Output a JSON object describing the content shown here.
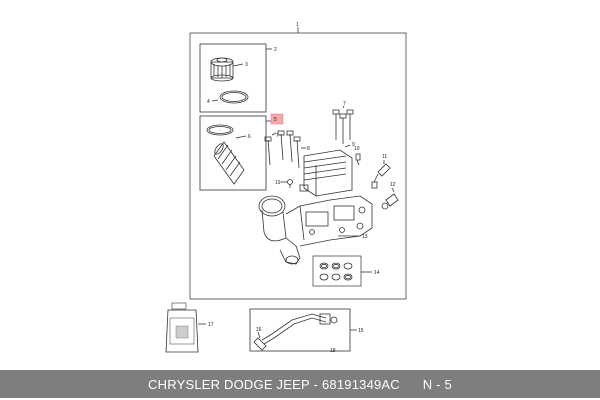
{
  "callouts": {
    "c1": "1",
    "c2": "2",
    "c3": "3",
    "c4": "4",
    "c5": "5",
    "c6": "6",
    "c7a": "7",
    "c7b": "7",
    "c8": "8",
    "c9": "9",
    "c10": "10",
    "c11": "11",
    "c12": "12",
    "c13": "13",
    "c14": "14",
    "c15": "15",
    "c16": "16",
    "c17": "17",
    "c18": "18",
    "c19": "19"
  },
  "highlight_color": "#f4a9ad",
  "footer": {
    "brands": "CHRYSLER DODGE JEEP",
    "separator": " - ",
    "part_number": "68191349AC",
    "sheet": "N - 5"
  }
}
